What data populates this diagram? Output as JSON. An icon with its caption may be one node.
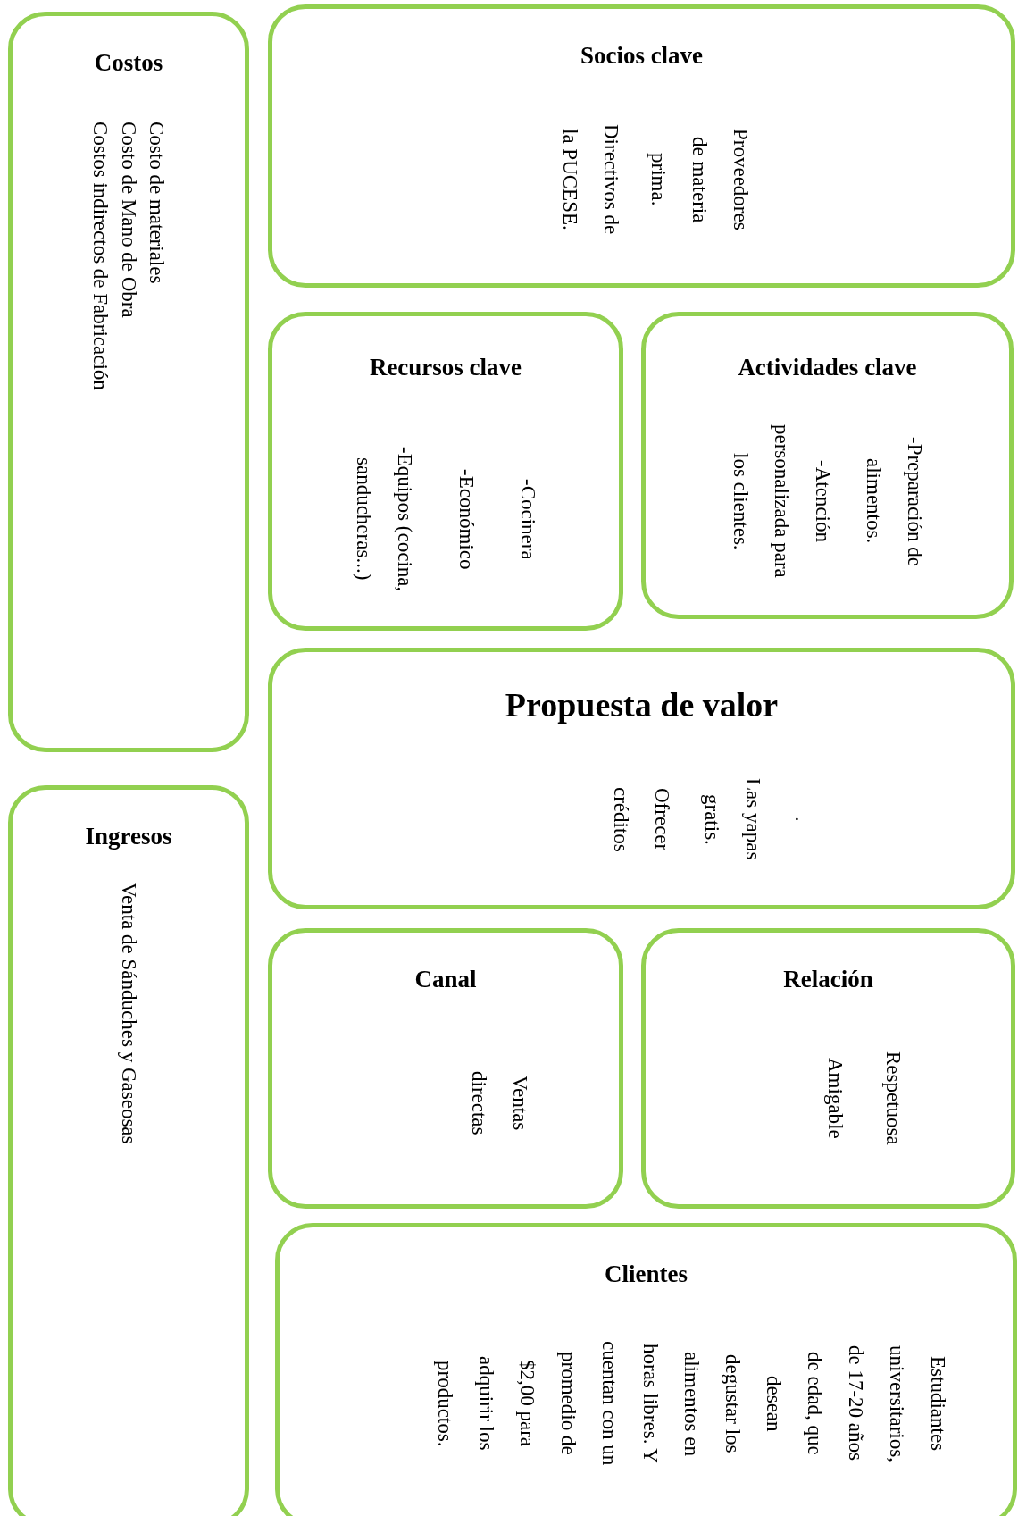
{
  "diagram": {
    "nodes": [
      {
        "text": [
          "Costos",
          "Costo de materiales",
          "Costo de Mano de Obra",
          "Costos indirectos de Fabricación"
        ]
      },
      {
        "text": [
          "Socios clave",
          "Proveedores de materia prima.",
          "Directivos de la PUCESE."
        ]
      },
      {
        "text": [
          "Recursos clave",
          "-Cocinera",
          "-Económico",
          "-Equipos (cocina, sanducheras...)"
        ]
      },
      {
        "text": [
          "Actividades clave",
          "-Preparación de alimentos.",
          "-Atención personalizada para los clientes."
        ]
      },
      {
        "text": [
          "Propuesta de valor",
          ".",
          "Las yapas gratis.",
          "Ofrecer créditos"
        ]
      },
      {
        "text": [
          "Ingresos",
          "Venta de Sánduches y Gaseosas"
        ]
      },
      {
        "text": [
          "Canal",
          "Ventas directas"
        ]
      },
      {
        "text": [
          "Relación",
          "Respetuosa",
          "Amigable"
        ]
      },
      {
        "text": [
          "Clientes",
          "Estudiantes universitarios, de 17-20 años de edad, que desean degustar los alimentos en horas libres. Y cuentan con un promedio de $2,00 para adquirir los productos."
        ]
      }
    ],
    "edges": []
  }
}
